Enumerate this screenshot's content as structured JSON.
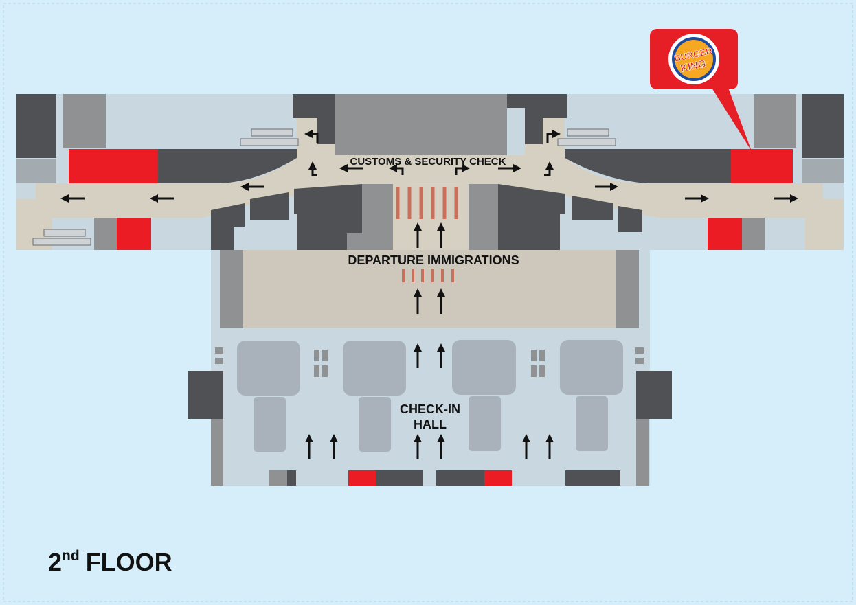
{
  "floor": {
    "number": "2",
    "suffix": "nd",
    "word": "FLOOR"
  },
  "zones": {
    "customs": "CUSTOMS & SECURITY CHECK",
    "immigrations": "DEPARTURE IMMIGRATIONS",
    "checkin_line1": "CHECK-IN",
    "checkin_line2": "HALL"
  },
  "callout": {
    "brand_line1": "BURGER",
    "brand_line2": "KING"
  },
  "colors": {
    "background": "#d6eefa",
    "border": "#bfe3f3",
    "building": "#c9d7e1",
    "walkway": "#d6d0c2",
    "immigration": "#cec8bc",
    "dark_block": "#505154",
    "mid_block": "#8f9193",
    "light_block": "#a3aab0",
    "counter": "#a9b2ba",
    "highlight": "#ec1c24",
    "gate_stripe": "#c9705c",
    "arrow": "#111111",
    "callout": "#e61e25"
  },
  "icons": [
    "arrow-up-icon",
    "arrow-left-icon",
    "arrow-right-icon",
    "turn-arrow-icon",
    "burger-king-logo-icon",
    "seating-icon"
  ]
}
